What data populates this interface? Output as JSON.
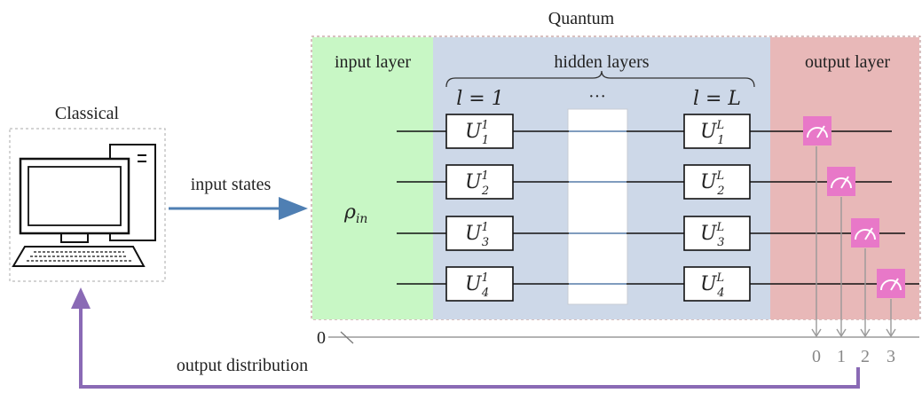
{
  "quantum_title": "Quantum",
  "classical_title": "Classical",
  "input_states_label": "input states",
  "output_distribution_label": "output distribution",
  "input_layer_label": "input layer",
  "hidden_layers_label": "hidden layers",
  "output_layer_label": "output layer",
  "dots_label": "···",
  "layer_first_label": "l = 1",
  "layer_last_label": "l = L",
  "rho_label": "ρ",
  "rho_sub": "in",
  "gate_base": "U",
  "gate_first": [
    {
      "sup": "1",
      "sub": "1"
    },
    {
      "sup": "1",
      "sub": "2"
    },
    {
      "sup": "1",
      "sub": "3"
    },
    {
      "sup": "1",
      "sub": "4"
    }
  ],
  "gate_last": [
    {
      "sup": "L",
      "sub": "1"
    },
    {
      "sup": "L",
      "sub": "2"
    },
    {
      "sup": "L",
      "sub": "3"
    },
    {
      "sup": "L",
      "sub": "4"
    }
  ],
  "classical_register_zero": "0",
  "output_indices": [
    "0",
    "1",
    "2",
    "3"
  ],
  "colors": {
    "input_layer_bg": "#c8f7c5",
    "hidden_layers_bg": "#cdd8e8",
    "output_layer_bg": "#e8b8b8",
    "measure_box": "#e878c8",
    "input_arrow": "#4f7fb3",
    "output_arrow": "#8a6ab5"
  }
}
